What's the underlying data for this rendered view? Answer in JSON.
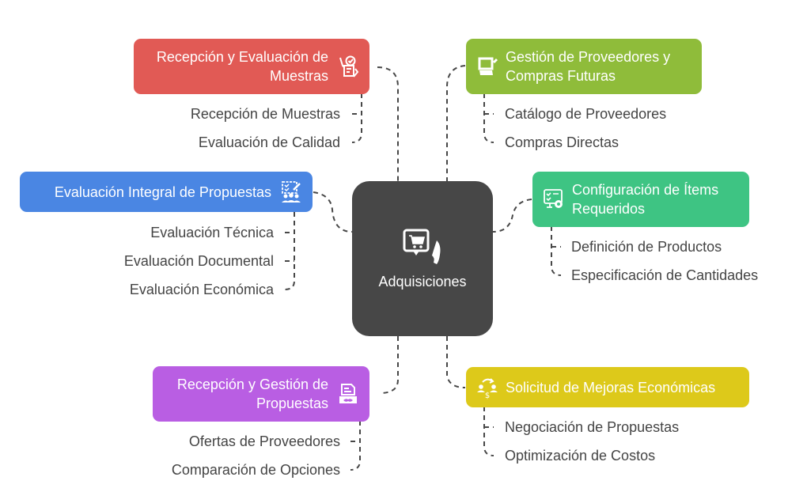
{
  "diagram": {
    "type": "mind-map",
    "center": {
      "label": "Adquisiciones",
      "icon": "shopping-chat-icon",
      "color": "#474747"
    },
    "branches": [
      {
        "id": "recepcion-evaluacion-muestras",
        "title_lines": [
          "Recepción y Evaluación de",
          "Muestras"
        ],
        "color": "#e15a55",
        "icon": "sample-evaluation-icon",
        "items": [
          "Recepción de Muestras",
          "Evaluación de Calidad"
        ]
      },
      {
        "id": "evaluacion-integral",
        "title_lines": [
          "Evaluación Integral de Propuestas"
        ],
        "color": "#4a86e3",
        "icon": "team-checklist-icon",
        "items": [
          "Evaluación Técnica",
          "Evaluación Documental",
          "Evaluación Económica"
        ]
      },
      {
        "id": "recepcion-gestion-propuestas",
        "title_lines": [
          "Recepción y Gestión de",
          "Propuestas"
        ],
        "color": "#b95ee3",
        "icon": "document-handshake-icon",
        "items": [
          "Ofertas de Proveedores",
          "Comparación de Opciones"
        ]
      },
      {
        "id": "gestion-proveedores",
        "title_lines": [
          "Gestión de Proveedores y",
          "Compras Futuras"
        ],
        "color": "#8fbc3a",
        "icon": "supplier-terminal-icon",
        "items": [
          "Catálogo de Proveedores",
          "Compras Directas"
        ]
      },
      {
        "id": "configuracion-items",
        "title_lines": [
          "Configuración de Ítems",
          "Requeridos"
        ],
        "color": "#3ec483",
        "icon": "checklist-gear-icon",
        "items": [
          "Definición de Productos",
          "Especificación de Cantidades"
        ]
      },
      {
        "id": "solicitud-mejoras",
        "title_lines": [
          "Solicitud de Mejoras Económicas"
        ],
        "color": "#ddc91a",
        "icon": "negotiation-money-icon",
        "items": [
          "Negociación de Propuestas",
          "Optimización de Costos"
        ]
      }
    ]
  }
}
